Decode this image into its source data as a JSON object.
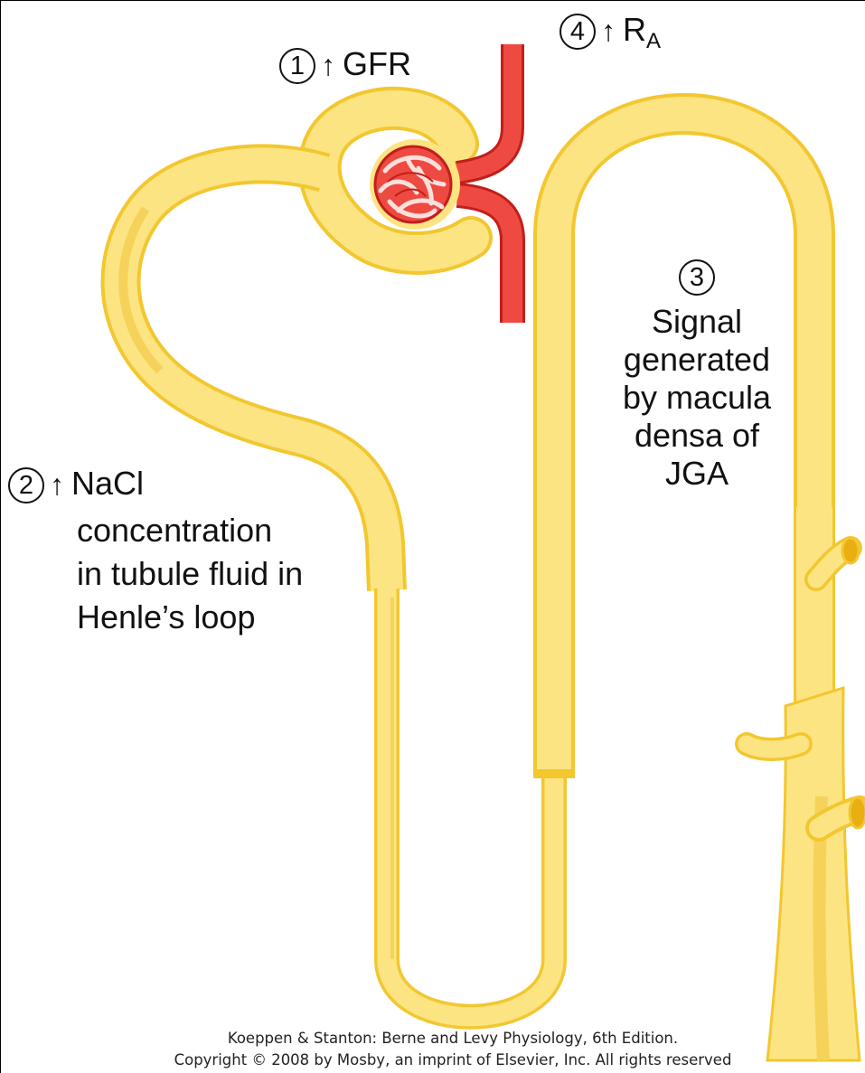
{
  "labels": {
    "gfr": {
      "num": "1",
      "text": "GFR"
    },
    "nacl": {
      "num": "2",
      "text": [
        "NaCl",
        "concentration",
        "in tubule fluid in",
        "Henle’s loop"
      ]
    },
    "signal": {
      "num": "3",
      "text": [
        "Signal",
        "generated",
        "by macula",
        "densa of",
        "JGA"
      ]
    },
    "ra": {
      "num": "4",
      "text": "R",
      "sub": "A"
    },
    "arrow": "↑"
  },
  "credit": {
    "line1": "Koeppen & Stanton: Berne and Levy Physiology, 6th Edition.",
    "line2": "Copyright © 2008 by Mosby, an imprint of Elsevier, Inc. All rights reserved"
  },
  "colors": {
    "tubule": "#fce482",
    "tubule_edge": "#f2c72f",
    "tubule_shade": "#e8ae12",
    "vessel": "#ee4a41",
    "vessel_edge": "#c21e1b"
  }
}
